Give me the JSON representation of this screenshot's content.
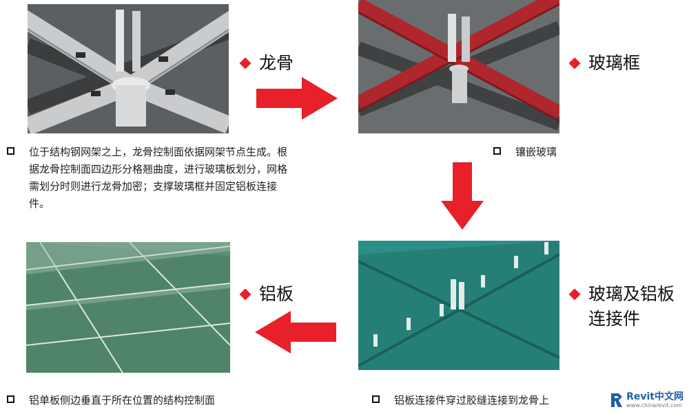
{
  "labels": {
    "keel": "龙骨",
    "glass_frame": "玻璃框",
    "aluminum_plate": "铝板",
    "glass_aluminum_connector_line1": "玻璃及铝板",
    "glass_aluminum_connector_line2": "连接件"
  },
  "notes": {
    "keel_desc": "位于结构钢网架之上，龙骨控制面依据网架节点生成。根据龙骨控制面四边形分格翘曲度，进行玻璃板划分，网格需划分时则进行龙骨加密；支撑玻璃框并固定铝板连接件。",
    "inlay_glass": "镶嵌玻璃",
    "plate_desc": "铝单板侧边垂直于所在位置的结构控制面",
    "connector_desc": "铝板连接件穿过胶缝连接到龙骨上"
  },
  "logo": {
    "name": "Revit中文网",
    "url": "www.chinarevit.com"
  },
  "colors": {
    "accent_red": "#e8202a",
    "frame_red": "#b0262d",
    "steel_gray": "#8a8d90",
    "glass_teal": "#2a8f86",
    "brand_blue": "#1f5fa8"
  }
}
